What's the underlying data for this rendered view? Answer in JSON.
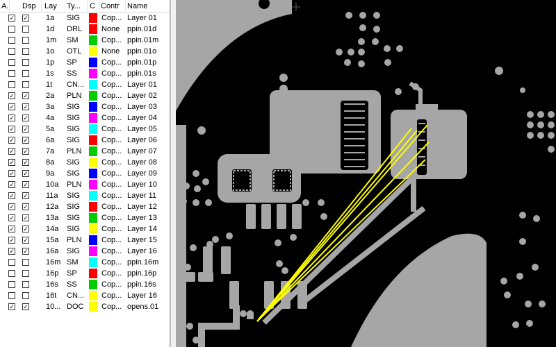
{
  "table": {
    "headers": [
      "A...",
      "Dsp",
      "Lay",
      "Ty...",
      "C",
      "Contr",
      "Name"
    ],
    "rows": [
      {
        "a": true,
        "dsp": true,
        "lay": "1a",
        "type": "SIG",
        "color": "#ff0000",
        "contr": "Cop...",
        "name": "Layer 01"
      },
      {
        "a": false,
        "dsp": false,
        "lay": "1d",
        "type": "DRL",
        "color": "#ff0000",
        "contr": "None",
        "name": "ppin.01d"
      },
      {
        "a": false,
        "dsp": false,
        "lay": "1m",
        "type": "SM",
        "color": "#00cc00",
        "contr": "Cop...",
        "name": "ppin.01m"
      },
      {
        "a": false,
        "dsp": false,
        "lay": "1o",
        "type": "OTL",
        "color": "#ffff00",
        "contr": "None",
        "name": "ppin.01o"
      },
      {
        "a": false,
        "dsp": false,
        "lay": "1p",
        "type": "SP",
        "color": "#0000ff",
        "contr": "Cop...",
        "name": "ppin.01p"
      },
      {
        "a": false,
        "dsp": false,
        "lay": "1s",
        "type": "SS",
        "color": "#ff00ff",
        "contr": "Cop...",
        "name": "ppin.01s"
      },
      {
        "a": false,
        "dsp": false,
        "lay": "1t",
        "type": "CN...",
        "color": "#00ffff",
        "contr": "Cop...",
        "name": "Layer 01"
      },
      {
        "a": true,
        "dsp": true,
        "lay": "2a",
        "type": "PLN",
        "color": "#00cc00",
        "contr": "Cop...",
        "name": "Layer 02"
      },
      {
        "a": true,
        "dsp": true,
        "lay": "3a",
        "type": "SIG",
        "color": "#0000ff",
        "contr": "Cop...",
        "name": "Layer 03"
      },
      {
        "a": true,
        "dsp": true,
        "lay": "4a",
        "type": "SIG",
        "color": "#ff00ff",
        "contr": "Cop...",
        "name": "Layer 04"
      },
      {
        "a": true,
        "dsp": true,
        "lay": "5a",
        "type": "SIG",
        "color": "#00ffff",
        "contr": "Cop...",
        "name": "Layer 05"
      },
      {
        "a": true,
        "dsp": true,
        "lay": "6a",
        "type": "SIG",
        "color": "#ff0000",
        "contr": "Cop...",
        "name": "Layer 06"
      },
      {
        "a": true,
        "dsp": true,
        "lay": "7a",
        "type": "PLN",
        "color": "#00cc00",
        "contr": "Cop...",
        "name": "Layer 07"
      },
      {
        "a": true,
        "dsp": true,
        "lay": "8a",
        "type": "SIG",
        "color": "#ffff00",
        "contr": "Cop...",
        "name": "Layer 08"
      },
      {
        "a": true,
        "dsp": true,
        "lay": "9a",
        "type": "SIG",
        "color": "#0000ff",
        "contr": "Cop...",
        "name": "Layer 09"
      },
      {
        "a": true,
        "dsp": true,
        "lay": "10a",
        "type": "PLN",
        "color": "#ff00ff",
        "contr": "Cop...",
        "name": "Layer 10"
      },
      {
        "a": true,
        "dsp": true,
        "lay": "11a",
        "type": "SIG",
        "color": "#00ffff",
        "contr": "Cop...",
        "name": "Layer 11"
      },
      {
        "a": true,
        "dsp": true,
        "lay": "12a",
        "type": "SIG",
        "color": "#ff0000",
        "contr": "Cop...",
        "name": "Layer 12"
      },
      {
        "a": true,
        "dsp": true,
        "lay": "13a",
        "type": "SIG",
        "color": "#00cc00",
        "contr": "Cop...",
        "name": "Layer 13"
      },
      {
        "a": true,
        "dsp": true,
        "lay": "14a",
        "type": "SIG",
        "color": "#ffff00",
        "contr": "Cop...",
        "name": "Layer 14"
      },
      {
        "a": true,
        "dsp": true,
        "lay": "15a",
        "type": "PLN",
        "color": "#0000ff",
        "contr": "Cop...",
        "name": "Layer 15"
      },
      {
        "a": true,
        "dsp": true,
        "lay": "16a",
        "type": "SIG",
        "color": "#ff00ff",
        "contr": "Cop...",
        "name": "Layer 16"
      },
      {
        "a": false,
        "dsp": false,
        "lay": "16m",
        "type": "SM",
        "color": "#00ffff",
        "contr": "Cop...",
        "name": "ppin.16m"
      },
      {
        "a": false,
        "dsp": false,
        "lay": "16p",
        "type": "SP",
        "color": "#ff0000",
        "contr": "Cop...",
        "name": "ppin.16p"
      },
      {
        "a": false,
        "dsp": false,
        "lay": "16s",
        "type": "SS",
        "color": "#00cc00",
        "contr": "Cop...",
        "name": "ppin.16s"
      },
      {
        "a": false,
        "dsp": false,
        "lay": "16t",
        "type": "CN...",
        "color": "#ffff00",
        "contr": "Cop...",
        "name": "Layer 16"
      },
      {
        "a": true,
        "dsp": true,
        "lay": "10...",
        "type": "DOC",
        "color": "#ffff00",
        "contr": "Cop...",
        "name": "opens.01"
      }
    ]
  },
  "canvas": {
    "background": "#000000",
    "copper_color": "#a6a6a6",
    "ratsnest_color": "#ffff00"
  }
}
